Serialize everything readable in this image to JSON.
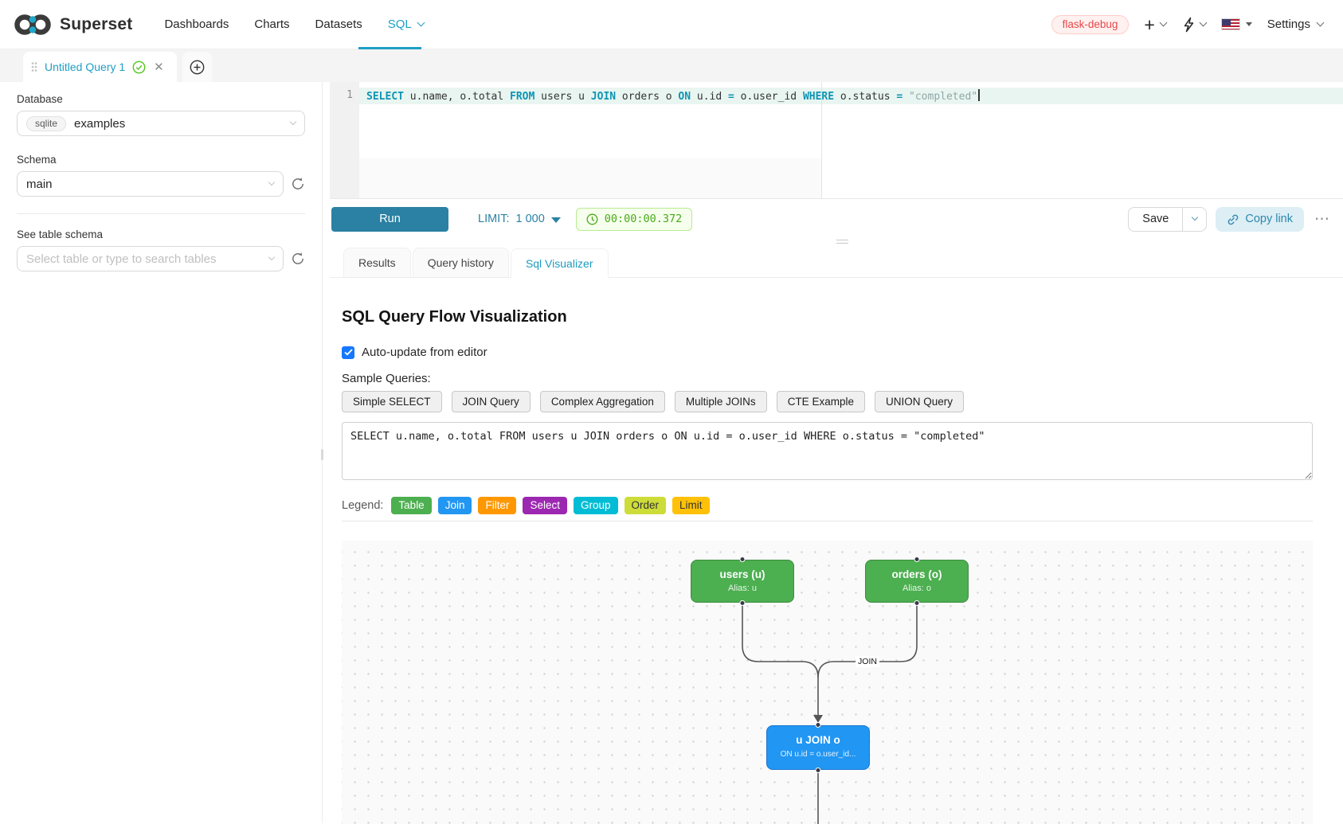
{
  "navbar": {
    "brand": "Superset",
    "accent_color": "#20a7c9",
    "items": [
      {
        "label": "Dashboards"
      },
      {
        "label": "Charts"
      },
      {
        "label": "Datasets"
      },
      {
        "label": "SQL",
        "active": true
      }
    ],
    "environment_badge": "flask-debug",
    "settings_label": "Settings"
  },
  "tab_strip": {
    "active_tab": "Untitled Query 1"
  },
  "sidebar": {
    "database_label": "Database",
    "database_engine": "sqlite",
    "database_value": "examples",
    "schema_label": "Schema",
    "schema_value": "main",
    "table_label": "See table schema",
    "table_placeholder": "Select table or type to search tables"
  },
  "editor": {
    "line_number": "1",
    "tokens": [
      {
        "text": "SELECT",
        "type": "kw"
      },
      {
        "text": " u.name, o.total ",
        "type": "plain"
      },
      {
        "text": "FROM",
        "type": "kw"
      },
      {
        "text": " users u ",
        "type": "plain"
      },
      {
        "text": "JOIN",
        "type": "kw"
      },
      {
        "text": " orders o ",
        "type": "plain"
      },
      {
        "text": "ON",
        "type": "kw"
      },
      {
        "text": " u.id ",
        "type": "plain"
      },
      {
        "text": "=",
        "type": "kw"
      },
      {
        "text": " o.user_id ",
        "type": "plain"
      },
      {
        "text": "WHERE",
        "type": "kw"
      },
      {
        "text": " o.status ",
        "type": "plain"
      },
      {
        "text": "=",
        "type": "kw"
      },
      {
        "text": " ",
        "type": "plain"
      },
      {
        "text": "\"completed\"",
        "type": "string"
      }
    ]
  },
  "toolbar": {
    "run_label": "Run",
    "limit_label": "LIMIT:",
    "limit_value": "1 000",
    "timer": "00:00:00.372",
    "save_label": "Save",
    "copy_link_label": "Copy link",
    "more": "⋯"
  },
  "south_tabs": [
    {
      "label": "Results"
    },
    {
      "label": "Query history"
    },
    {
      "label": "Sql Visualizer",
      "active": true
    }
  ],
  "visualizer": {
    "title": "SQL Query Flow Visualization",
    "auto_update_label": "Auto-update from editor",
    "auto_update_checked": true,
    "sample_queries_label": "Sample Queries:",
    "sample_buttons": [
      "Simple SELECT",
      "JOIN Query",
      "Complex Aggregation",
      "Multiple JOINs",
      "CTE Example",
      "UNION Query"
    ],
    "query_text": "SELECT u.name, o.total FROM users u JOIN orders o ON u.id = o.user_id WHERE o.status = \"completed\"",
    "legend": {
      "label": "Legend:",
      "items": [
        {
          "label": "Table",
          "color": "#4CAF50",
          "text_color": "#ffffff"
        },
        {
          "label": "Join",
          "color": "#2196F3",
          "text_color": "#ffffff"
        },
        {
          "label": "Filter",
          "color": "#FF9800",
          "text_color": "#ffffff"
        },
        {
          "label": "Select",
          "color": "#9C27B0",
          "text_color": "#ffffff"
        },
        {
          "label": "Group",
          "color": "#00BCD4",
          "text_color": "#ffffff"
        },
        {
          "label": "Order",
          "color": "#CDDC39",
          "text_color": "#333333"
        },
        {
          "label": "Limit",
          "color": "#FFC107",
          "text_color": "#333333"
        }
      ]
    },
    "flow": {
      "edge_label": "JOIN",
      "nodes": [
        {
          "title": "users (u)",
          "subtitle": "Alias: u",
          "color": "#4CAF50"
        },
        {
          "title": "orders (o)",
          "subtitle": "Alias: o",
          "color": "#4CAF50"
        },
        {
          "title": "u JOIN o",
          "subtitle": "ON u.id = o.user_id...",
          "color": "#2196F3"
        }
      ]
    }
  }
}
